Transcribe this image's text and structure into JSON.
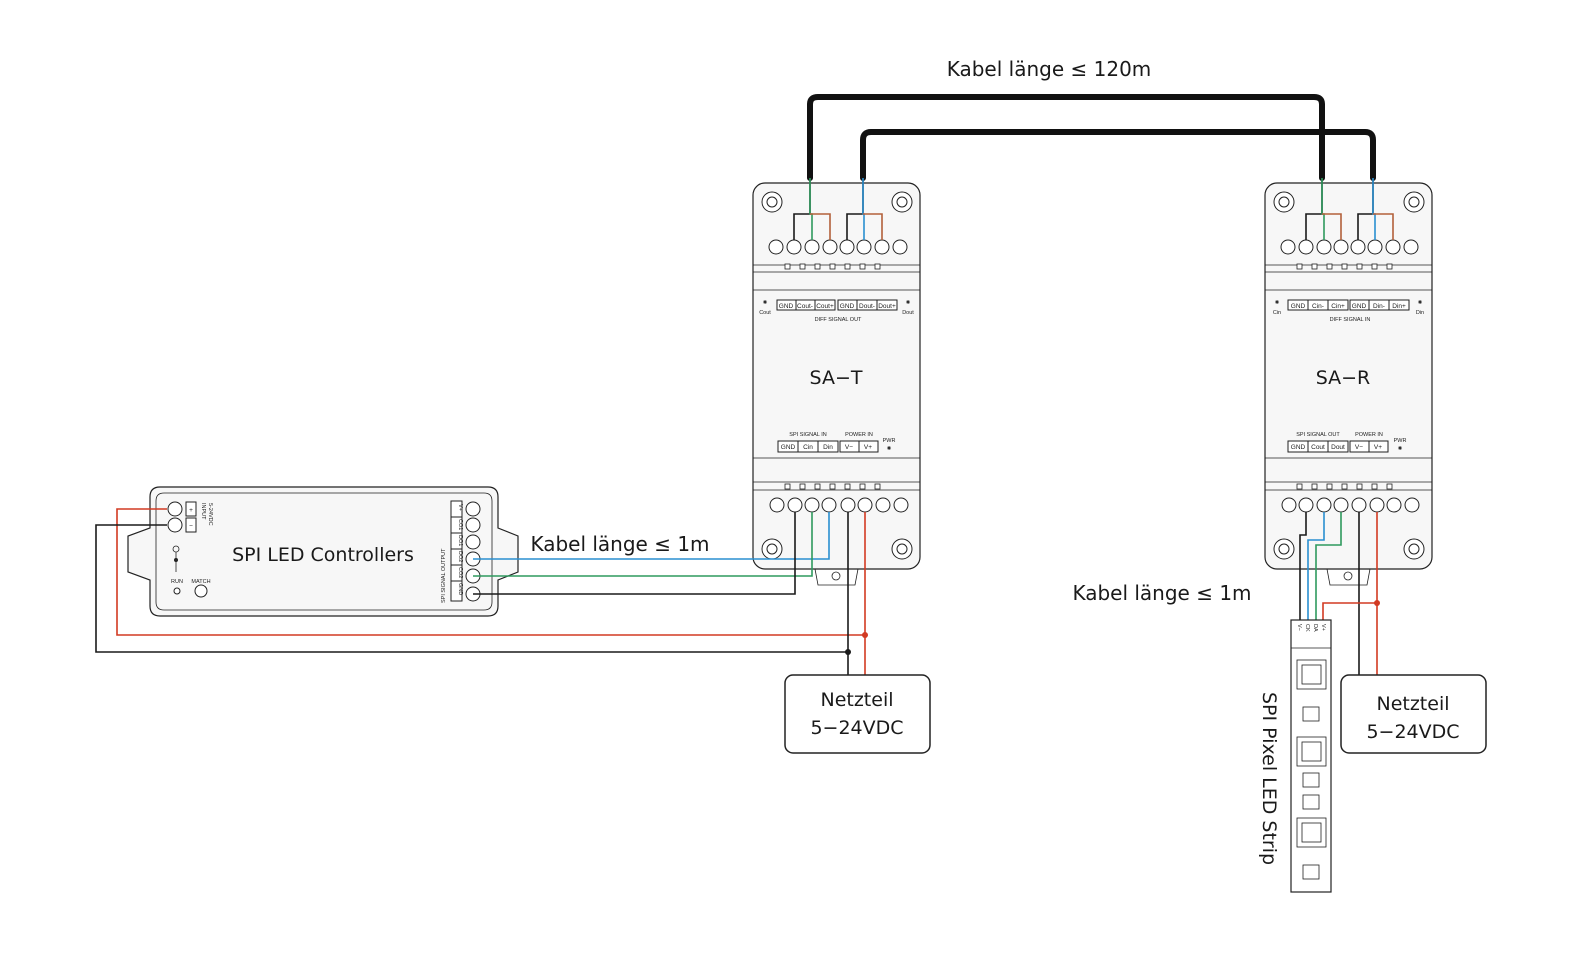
{
  "labels": {
    "cable_long": "Kabel länge ≤ 120m",
    "cable_short_left": "Kabel länge ≤ 1m",
    "cable_short_right": "Kabel länge ≤ 1m"
  },
  "controller": {
    "title": "SPI  LED Controllers",
    "input_label": "INPUT",
    "input_voltage": "5-24VDC",
    "plus": "+",
    "minus": "−",
    "run": "RUN",
    "match": "MATCH",
    "output_label": "SPI SIGNAL OUTPUT",
    "pins": [
      "V+",
      "CO1",
      "DO1",
      "DO2",
      "CO2",
      "GND"
    ]
  },
  "sat": {
    "name": "SA−T",
    "top_pins": [
      "GND",
      "Cout-",
      "Cout+",
      "GND",
      "Dout-",
      "Dout+"
    ],
    "top_left_led": "Cout",
    "top_right_led": "Dout",
    "top_caption": "DIFF SIGNAL OUT",
    "bottom_signal_caption": "SPI SIGNAL IN",
    "bottom_power_caption": "POWER IN",
    "bottom_pins": [
      "GND",
      "Cin",
      "Din",
      "V−",
      "V+"
    ],
    "pwr": "PWR"
  },
  "sar": {
    "name": "SA−R",
    "top_pins": [
      "GND",
      "Cin-",
      "Cin+",
      "GND",
      "Din-",
      "Din+"
    ],
    "top_left_led": "Cin",
    "top_right_led": "Din",
    "top_caption": "DIFF SIGNAL IN",
    "bottom_signal_caption": "SPI SIGNAL OUT",
    "bottom_power_caption": "POWER IN",
    "bottom_pins": [
      "GND",
      "Cout",
      "Dout",
      "V−",
      "V+"
    ],
    "pwr": "PWR"
  },
  "psu_left": {
    "line1": "Netzteil",
    "line2": "5−24VDC"
  },
  "psu_right": {
    "line1": "Netzteil",
    "line2": "5−24VDC"
  },
  "strip": {
    "title": "SPI Pixel LED Strip",
    "pins": [
      "V−",
      "CK",
      "DA",
      "V+"
    ]
  },
  "colors": {
    "red": "#d23a22",
    "blue": "#2a8fd0",
    "green": "#2f9a5e",
    "brown": "#b3603a",
    "black": "#1a1a1a"
  }
}
